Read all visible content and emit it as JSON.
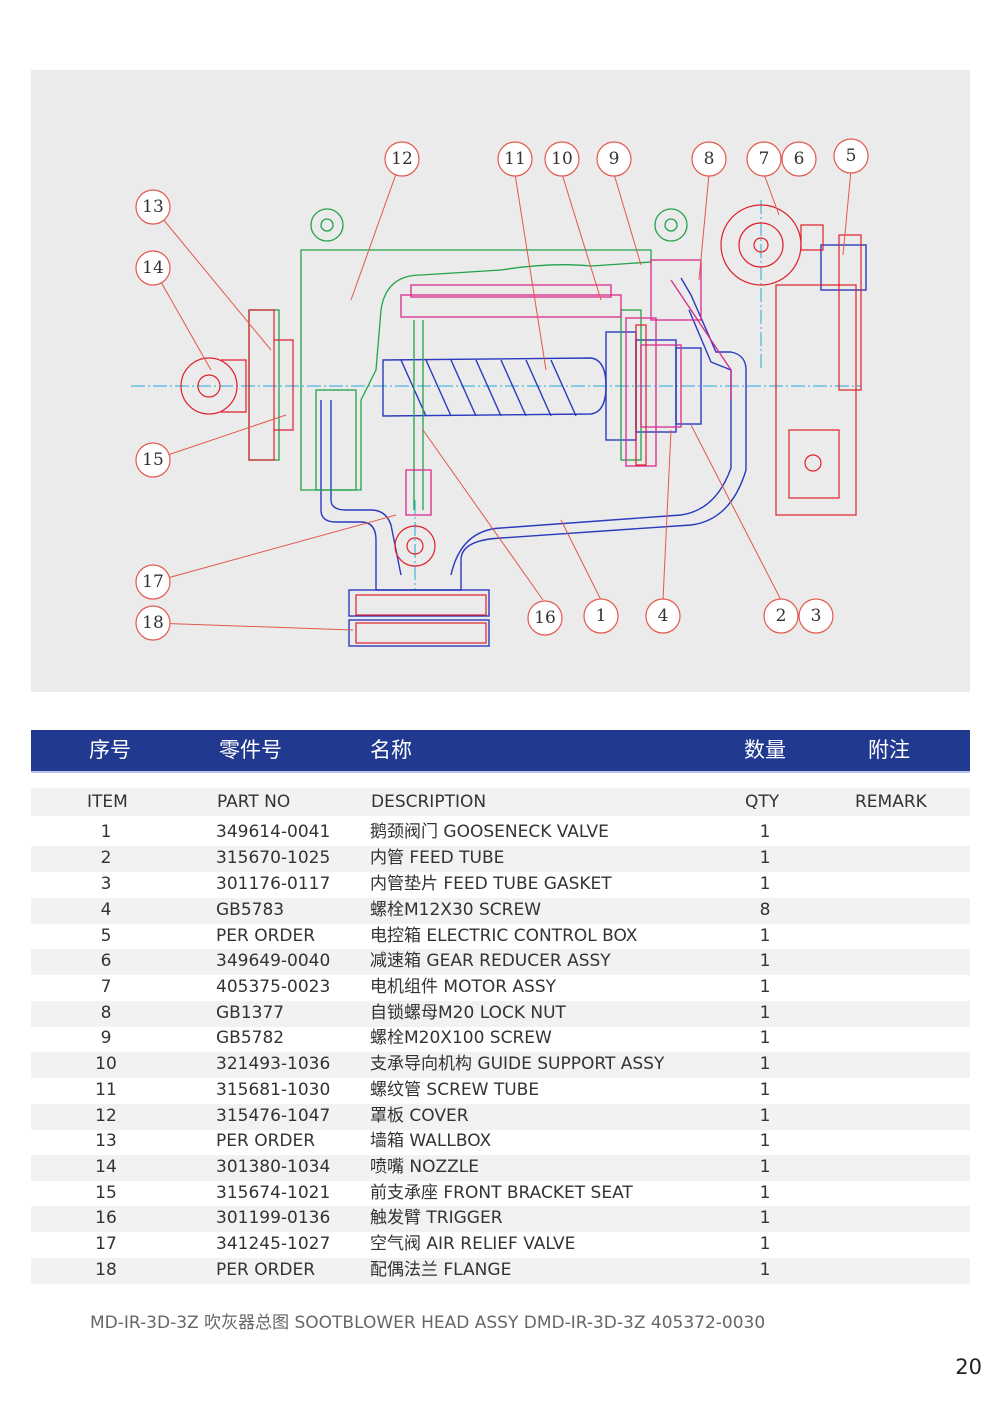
{
  "drawing": {
    "callouts": [
      "1",
      "2",
      "3",
      "4",
      "5",
      "6",
      "7",
      "8",
      "9",
      "10",
      "11",
      "12",
      "13",
      "14",
      "15",
      "16",
      "17",
      "18"
    ]
  },
  "table": {
    "header_cn": {
      "item": "序号",
      "part_no": "零件号",
      "description": "名称",
      "qty": "数量",
      "remark": "附注"
    },
    "header_en": {
      "item": "ITEM",
      "part_no": "PART NO",
      "description": "DESCRIPTION",
      "qty": "QTY",
      "remark": "REMARK"
    },
    "rows": [
      {
        "item": "1",
        "part_no": "349614-0041",
        "description": "鹅颈阀门 GOOSENECK VALVE",
        "qty": "1",
        "remark": ""
      },
      {
        "item": "2",
        "part_no": "315670-1025",
        "description": "内管 FEED TUBE",
        "qty": "1",
        "remark": ""
      },
      {
        "item": "3",
        "part_no": "301176-0117",
        "description": "内管垫片 FEED TUBE GASKET",
        "qty": "1",
        "remark": ""
      },
      {
        "item": "4",
        "part_no": "GB5783",
        "description": "螺栓M12X30 SCREW",
        "qty": "8",
        "remark": ""
      },
      {
        "item": "5",
        "part_no": "PER ORDER",
        "description": "电控箱 ELECTRIC CONTROL BOX",
        "qty": "1",
        "remark": ""
      },
      {
        "item": "6",
        "part_no": "349649-0040",
        "description": "减速箱 GEAR REDUCER ASSY",
        "qty": "1",
        "remark": ""
      },
      {
        "item": "7",
        "part_no": "405375-0023",
        "description": "电机组件 MOTOR ASSY",
        "qty": "1",
        "remark": ""
      },
      {
        "item": "8",
        "part_no": "GB1377",
        "description": "自锁螺母M20 LOCK NUT",
        "qty": "1",
        "remark": ""
      },
      {
        "item": "9",
        "part_no": "GB5782",
        "description": "螺栓M20X100 SCREW",
        "qty": "1",
        "remark": ""
      },
      {
        "item": "10",
        "part_no": "321493-1036",
        "description": "支承导向机构 GUIDE SUPPORT ASSY",
        "qty": "1",
        "remark": ""
      },
      {
        "item": "11",
        "part_no": "315681-1030",
        "description": "螺纹管 SCREW TUBE",
        "qty": "1",
        "remark": ""
      },
      {
        "item": "12",
        "part_no": "315476-1047",
        "description": "罩板 COVER",
        "qty": "1",
        "remark": ""
      },
      {
        "item": "13",
        "part_no": "PER ORDER",
        "description": "墙箱 WALLBOX",
        "qty": "1",
        "remark": ""
      },
      {
        "item": "14",
        "part_no": "301380-1034",
        "description": "喷嘴 NOZZLE",
        "qty": "1",
        "remark": ""
      },
      {
        "item": "15",
        "part_no": "315674-1021",
        "description": "前支承座 FRONT BRACKET SEAT",
        "qty": "1",
        "remark": ""
      },
      {
        "item": "16",
        "part_no": "301199-0136",
        "description": "触发臂 TRIGGER",
        "qty": "1",
        "remark": ""
      },
      {
        "item": "17",
        "part_no": "341245-1027",
        "description": "空气阀 AIR RELIEF VALVE",
        "qty": "1",
        "remark": ""
      },
      {
        "item": "18",
        "part_no": "PER ORDER",
        "description": "配偶法兰 FLANGE",
        "qty": "1",
        "remark": ""
      }
    ]
  },
  "caption": "MD-IR-3D-3Z 吹灰器总图 SOOTBLOWER HEAD ASSY DMD-IR-3D-3Z 405372-0030",
  "page_number": "20",
  "colors": {
    "header_bg": "#213a8f",
    "panel_bg": "#ebebeb",
    "row_shade": "#f2f2f2",
    "callout": "#e2584a"
  }
}
